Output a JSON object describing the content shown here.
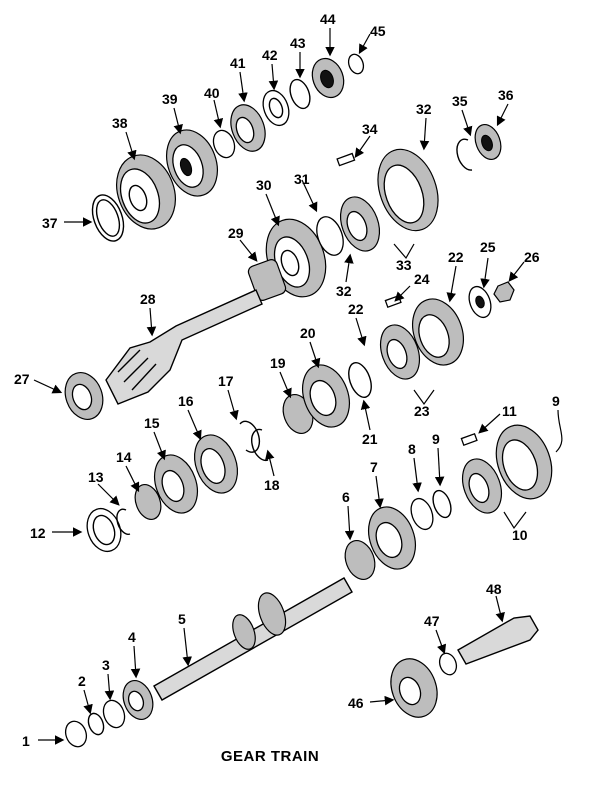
{
  "caption": "GEAR TRAIN",
  "callouts": [
    "1",
    "2",
    "3",
    "4",
    "5",
    "6",
    "7",
    "8",
    "9",
    "9",
    "10",
    "11",
    "12",
    "13",
    "14",
    "15",
    "16",
    "17",
    "18",
    "19",
    "20",
    "21",
    "22",
    "22",
    "23",
    "24",
    "25",
    "26",
    "27",
    "28",
    "29",
    "30",
    "31",
    "32",
    "32",
    "33",
    "34",
    "35",
    "36",
    "37",
    "38",
    "39",
    "40",
    "41",
    "42",
    "43",
    "44",
    "45",
    "46",
    "47",
    "48"
  ]
}
